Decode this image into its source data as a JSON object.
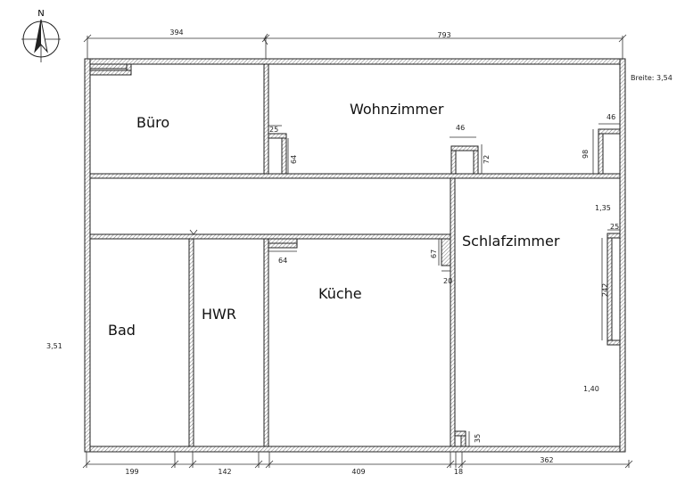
{
  "compass": {
    "letter": "N"
  },
  "rooms": [
    {
      "key": "buero",
      "label": "Büro"
    },
    {
      "key": "wohnzimmer",
      "label": "Wohnzimmer"
    },
    {
      "key": "schlafzimmer",
      "label": "Schlafzimmer"
    },
    {
      "key": "kueche",
      "label": "Küche"
    },
    {
      "key": "hwr",
      "label": "HWR"
    },
    {
      "key": "bad",
      "label": "Bad"
    }
  ],
  "dimensions": {
    "top_left": "394",
    "top_right": "793",
    "bottom_1": "199",
    "bottom_2": "142",
    "bottom_3": "409",
    "bottom_4": "18",
    "bottom_5": "362",
    "buero_niche_w": "25",
    "buero_niche_h": "64",
    "wohn_niche_w": "46",
    "wohn_niche_h": "72",
    "right_niche_w": "46",
    "right_niche_h": "98",
    "kueche_niche_w": "64",
    "pillar_h": "67",
    "pillar_w": "20",
    "window_w": "25",
    "window_h": "242",
    "bottom_niche_h": "35"
  },
  "notes": {
    "breite": "Breite: 3,54",
    "value_135": "1,35",
    "value_140": "1,40",
    "value_351": "3,51"
  }
}
